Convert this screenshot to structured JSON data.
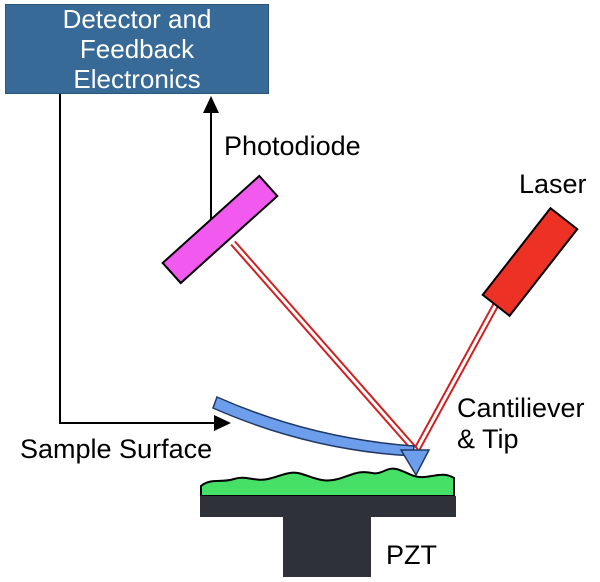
{
  "labels": {
    "detector_line1": "Detector and",
    "detector_line2": "Feedback",
    "detector_line3": "Electronics",
    "photodiode": "Photodiode",
    "laser": "Laser",
    "sample_surface": "Sample Surface",
    "cantilever_line1": "Cantiliever",
    "cantilever_line2": "& Tip",
    "pzt": "PZT"
  },
  "colors": {
    "background": "#FFFFFF",
    "detector_box_fill": "#376A96",
    "detector_box_text": "#FFFFFF",
    "photodiode_fill": "#F25AEF",
    "laser_fill": "#ED3124",
    "beam_red": "#D02020",
    "beam_core": "#FFFFFF",
    "cantilever_fill": "#6D9EEB",
    "sample_fill": "#45E065",
    "pzt_fill": "#2F3138",
    "line_black": "#000000"
  }
}
